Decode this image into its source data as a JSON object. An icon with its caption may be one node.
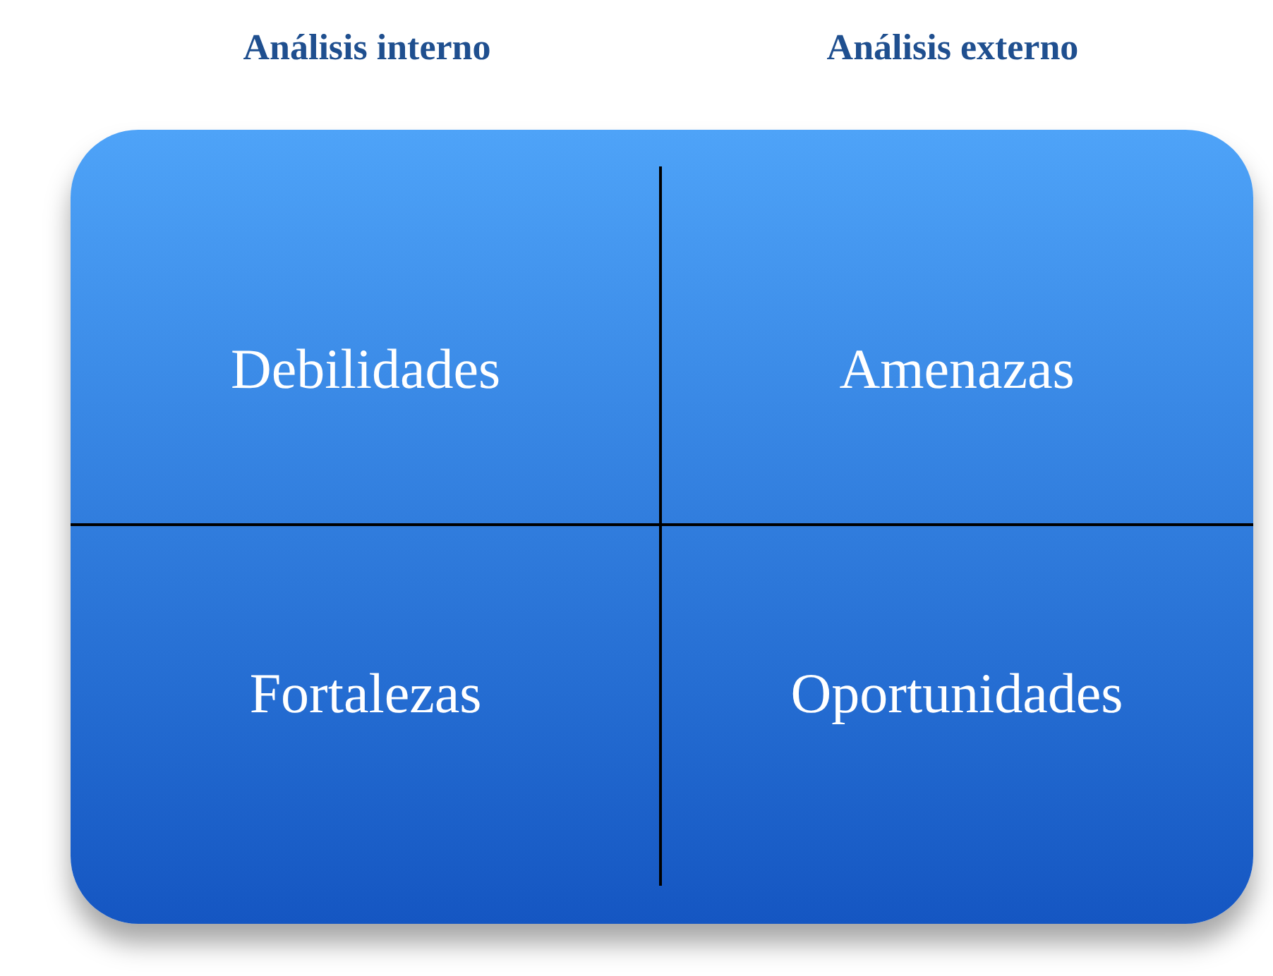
{
  "diagram": {
    "nodes": [
      {
        "text": [],
        "shape": "box"
      },
      {
        "text": [
          "Debilidades"
        ],
        "in": 0
      },
      {
        "text": [
          "Amenazas"
        ],
        "in": 0
      },
      {
        "text": [
          "Fortalezas"
        ],
        "in": 0
      },
      {
        "text": [
          "Oportunidades"
        ],
        "in": 0
      }
    ],
    "labels": [
      "Análisis interno",
      "Análisis externo"
    ]
  }
}
